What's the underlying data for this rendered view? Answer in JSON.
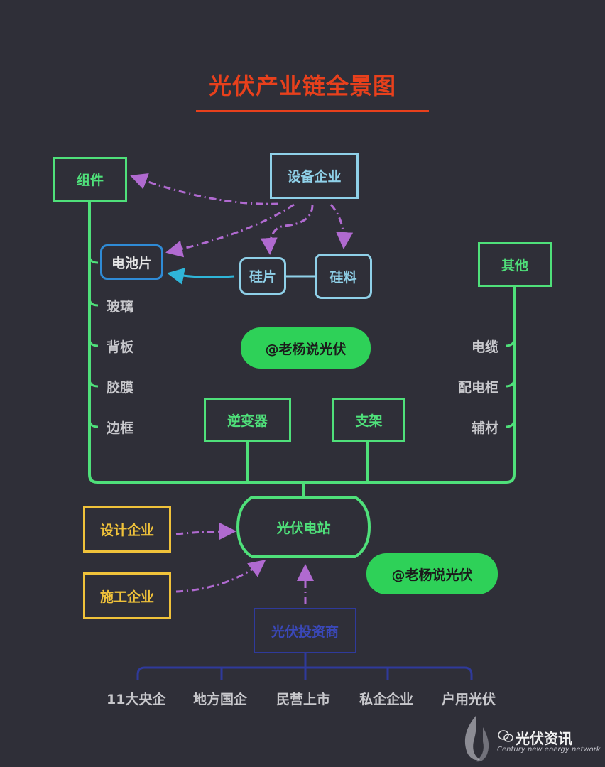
{
  "title": "光伏产业链全景图",
  "nodes": {
    "components": "组件",
    "equipment": "设备企业",
    "cell": "电池片",
    "wafer": "硅片",
    "silicon": "硅料",
    "others": "其他",
    "inverter": "逆变器",
    "bracket": "支架",
    "station": "光伏电站",
    "design": "设计企业",
    "construction": "施工企业",
    "investor": "光伏投资商"
  },
  "component_items": [
    "玻璃",
    "背板",
    "胶膜",
    "边框"
  ],
  "other_items": [
    "电缆",
    "配电柜",
    "辅材"
  ],
  "investor_types": [
    "11大央企",
    "地方国企",
    "民营上市",
    "私企企业",
    "户用光伏"
  ],
  "watermark": "@老杨说光伏",
  "footer": {
    "brand": "光伏资讯",
    "sub": "Century new energy network"
  },
  "colors": {
    "green": "#4fe07a",
    "red": "#e8401c",
    "purple": "#b06ad0",
    "cyan": "#2fb5d8",
    "yellow": "#f0c23a",
    "navy": "#2f3a9b"
  }
}
